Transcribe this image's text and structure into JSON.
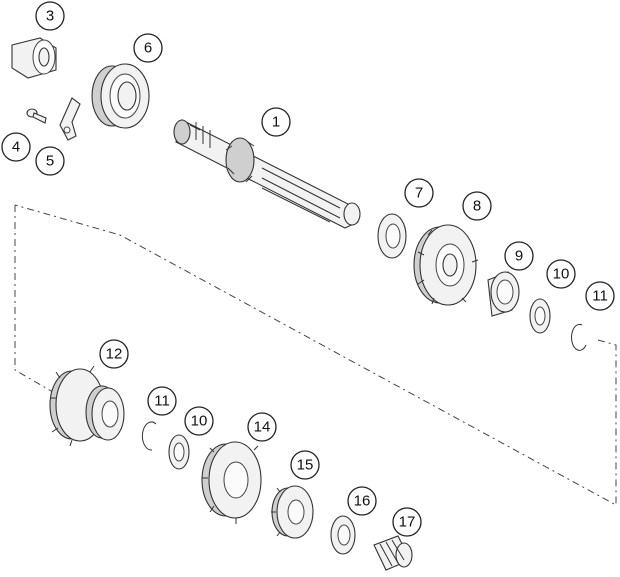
{
  "callouts": [
    {
      "id": "c3",
      "label": "3"
    },
    {
      "id": "c6",
      "label": "6"
    },
    {
      "id": "c4",
      "label": "4"
    },
    {
      "id": "c5",
      "label": "5"
    },
    {
      "id": "c1",
      "label": "1"
    },
    {
      "id": "c7",
      "label": "7"
    },
    {
      "id": "c8",
      "label": "8"
    },
    {
      "id": "c9",
      "label": "9"
    },
    {
      "id": "c10a",
      "label": "10"
    },
    {
      "id": "c11a",
      "label": "11"
    },
    {
      "id": "c12",
      "label": "12"
    },
    {
      "id": "c11b",
      "label": "11"
    },
    {
      "id": "c10b",
      "label": "10"
    },
    {
      "id": "c14",
      "label": "14"
    },
    {
      "id": "c15",
      "label": "15"
    },
    {
      "id": "c16",
      "label": "16"
    },
    {
      "id": "c17",
      "label": "17"
    }
  ]
}
